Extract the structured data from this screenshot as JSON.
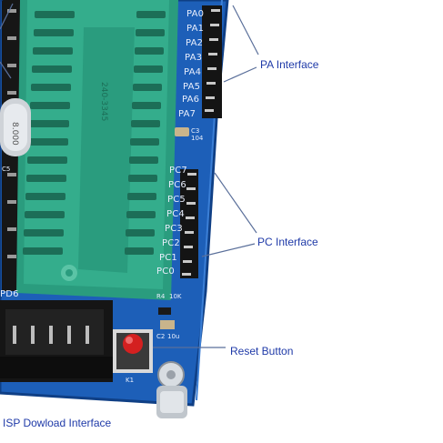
{
  "callouts": {
    "pa_interface": "PA Interface",
    "pc_interface": "PC Interface",
    "reset_button": "Reset Button",
    "isp_interface": "ISP Dowload Interface"
  },
  "pcb_labels": {
    "pa_pins": [
      "PA0",
      "PA1",
      "PA2",
      "PA3",
      "PA4",
      "PA5",
      "PA6",
      "PA7"
    ],
    "pc_pins": [
      "PC7",
      "PC6",
      "PC5",
      "PC4",
      "PC3",
      "PC2",
      "PC1",
      "PC0"
    ],
    "c3": "C3",
    "c3_value": "104",
    "r4": "R4",
    "r4_value": "10K",
    "c2": "C2",
    "c2_value": "10u",
    "k1": "K1",
    "pd": "PD6",
    "c5": "C5",
    "crystal": "8.000",
    "socket_marking": "240-3345"
  },
  "colors": {
    "pcb": "#1d5fb8",
    "socket": "#2fa587",
    "callout_text": "#1f3aa8",
    "reset_cap": "#d42020"
  }
}
